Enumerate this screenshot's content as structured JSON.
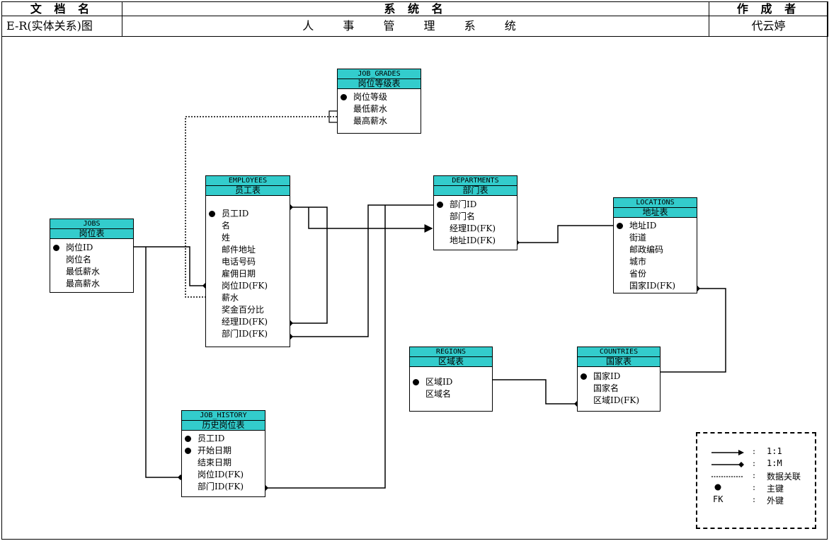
{
  "header": {
    "col1_title": "文 档 名",
    "col2_title": "系  统  名",
    "col3_title": "作 成 者",
    "doc_name": "E-R(实体关系)图",
    "system_name": "人 事 管 理 系 统",
    "author": "代云婷"
  },
  "entities": {
    "job_grades": {
      "name": "JOB_GRADES",
      "cn": "岗位等级表",
      "attrs": [
        "岗位等级",
        "最低薪水",
        "最高薪水"
      ],
      "pk": [
        0
      ]
    },
    "employees": {
      "name": "EMPLOYEES",
      "cn": "员工表",
      "attrs": [
        "员工ID",
        "名",
        "姓",
        "邮件地址",
        "电话号码",
        "雇佣日期",
        "岗位ID(FK)",
        "薪水",
        "奖金百分比",
        "经理ID(FK)",
        "部门ID(FK)"
      ],
      "pk": [
        0
      ]
    },
    "jobs": {
      "name": "JOBS",
      "cn": "岗位表",
      "attrs": [
        "岗位ID",
        "岗位名",
        "最低薪水",
        "最高薪水"
      ],
      "pk": [
        0
      ]
    },
    "departments": {
      "name": "DEPARTMENTS",
      "cn": "部门表",
      "attrs": [
        "部门ID",
        "部门名",
        "经理ID(FK)",
        "地址ID(FK)"
      ],
      "pk": [
        0
      ]
    },
    "locations": {
      "name": "LOCATIONS",
      "cn": "地址表",
      "attrs": [
        "地址ID",
        "街道",
        "邮政编码",
        "城市",
        "省份",
        "国家ID(FK)"
      ],
      "pk": [
        0
      ]
    },
    "regions": {
      "name": "REGIONS",
      "cn": "区域表",
      "attrs": [
        "区域ID",
        "区域名"
      ],
      "pk": [
        0
      ]
    },
    "countries": {
      "name": "COUNTRIES",
      "cn": "国家表",
      "attrs": [
        "国家ID",
        "国家名",
        "区域ID(FK)"
      ],
      "pk": [
        0
      ]
    },
    "job_history": {
      "name": "JOB_HISTORY",
      "cn": "历史岗位表",
      "attrs": [
        "员工ID",
        "开始日期",
        "结束日期",
        "岗位ID(FK)",
        "部门ID(FK)"
      ],
      "pk": [
        0,
        1
      ]
    }
  },
  "legend": {
    "one_to_one": "1:1",
    "one_to_many": "1:M",
    "data_relation": "数据关联",
    "primary_key": "主键",
    "fk_symbol": "FK",
    "foreign_key": "外键",
    "colon": ":"
  }
}
